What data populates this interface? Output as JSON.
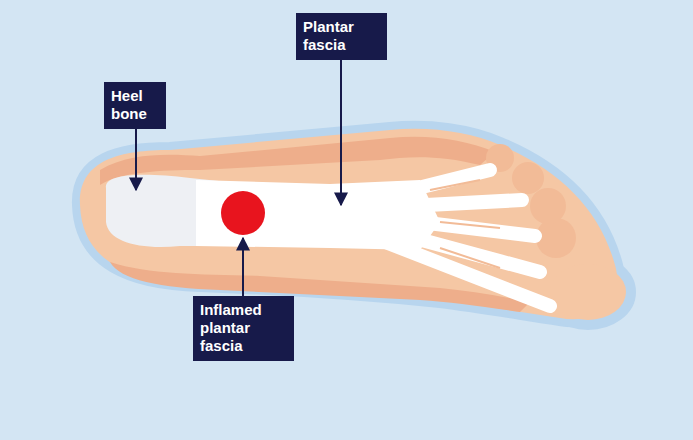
{
  "diagram": {
    "nodes": [
      {
        "text": [
          "Heel bone"
        ]
      },
      {
        "text": [
          "Plantar fascia"
        ]
      },
      {
        "text": [
          "Inflamed plantar fascia"
        ]
      }
    ]
  }
}
